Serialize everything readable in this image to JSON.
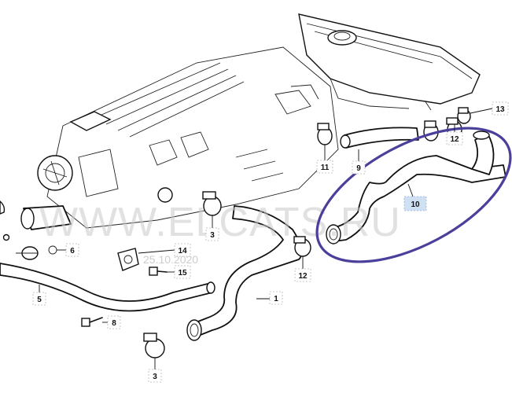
{
  "watermark": {
    "text": "WWW.ELCATS.RU",
    "date": "25.10.2020"
  },
  "highlight": {
    "color": "#4a3f9a",
    "target_part": "10"
  },
  "callouts": [
    {
      "id": "c1",
      "label": "1"
    },
    {
      "id": "c3a",
      "label": "3"
    },
    {
      "id": "c3b",
      "label": "3"
    },
    {
      "id": "c5",
      "label": "5"
    },
    {
      "id": "c6",
      "label": "6"
    },
    {
      "id": "c8",
      "label": "8"
    },
    {
      "id": "c9",
      "label": "9"
    },
    {
      "id": "c10",
      "label": "10"
    },
    {
      "id": "c11",
      "label": "11"
    },
    {
      "id": "c12a",
      "label": "12"
    },
    {
      "id": "c12b",
      "label": "12"
    },
    {
      "id": "c13",
      "label": "13"
    },
    {
      "id": "c14",
      "label": "14"
    },
    {
      "id": "c15",
      "label": "15"
    }
  ]
}
